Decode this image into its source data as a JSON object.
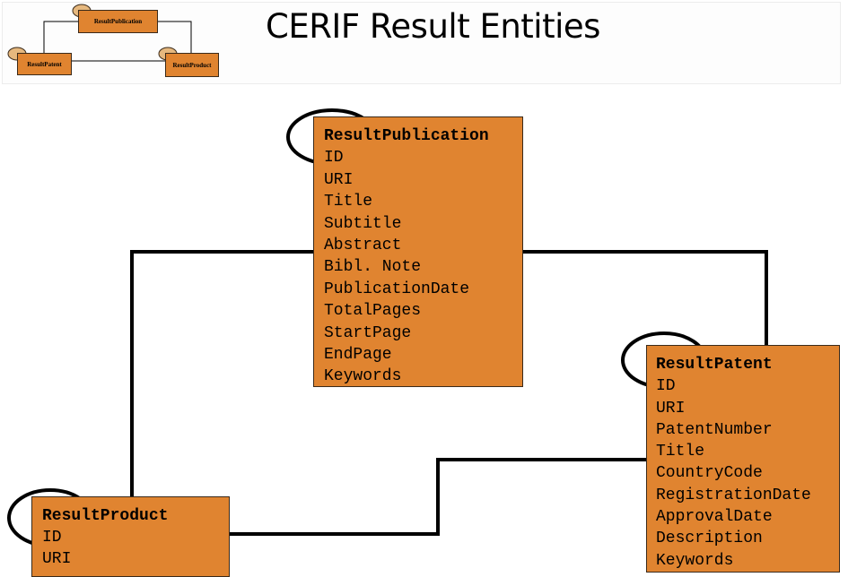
{
  "title": "CERIF Result Entities",
  "colors": {
    "entity_fill": "#e08430",
    "line": "#000000"
  },
  "thumbnail": {
    "publication": "ResultPublication",
    "patent": "ResultPatent",
    "product": "ResultProduct"
  },
  "entities": {
    "publication": {
      "name": "ResultPublication",
      "attributes": [
        "ID",
        "URI",
        "Title",
        "Subtitle",
        "Abstract",
        "Bibl. Note",
        "PublicationDate",
        "TotalPages",
        "StartPage",
        "EndPage",
        "Keywords"
      ]
    },
    "patent": {
      "name": "ResultPatent",
      "attributes": [
        "ID",
        "URI",
        "PatentNumber",
        "Title",
        "CountryCode",
        "RegistrationDate",
        "ApprovalDate",
        "Description",
        "Keywords"
      ]
    },
    "product": {
      "name": "ResultProduct",
      "attributes": [
        "ID",
        "URI"
      ]
    }
  }
}
